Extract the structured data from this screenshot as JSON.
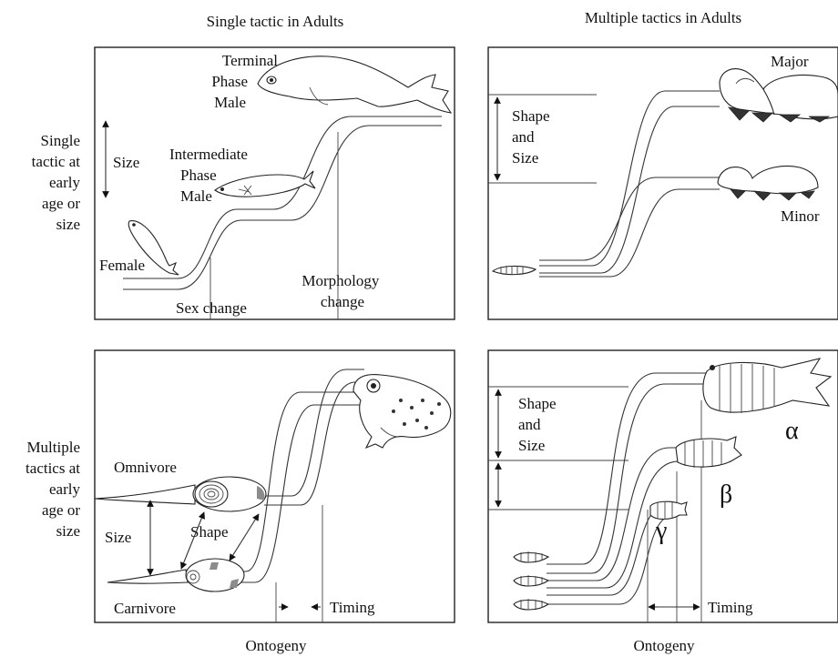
{
  "column_headers": {
    "left": "Single tactic in Adults",
    "right": "Multiple tactics in Adults"
  },
  "row_headers": {
    "top": [
      "Single",
      "tactic at",
      "early",
      "age or",
      "size"
    ],
    "bottom": [
      "Multiple",
      "tactics at",
      "early",
      "age or",
      "size"
    ]
  },
  "footer": {
    "left": "Ontogeny",
    "right": "Ontogeny"
  },
  "panel_a": {
    "terminal": [
      "Terminal",
      "Phase",
      "Male"
    ],
    "size": "Size",
    "intermediate": [
      "Intermediate",
      "Phase",
      "Male"
    ],
    "female": "Female",
    "sex_change": "Sex change",
    "morphology_change": [
      "Morphology",
      "change"
    ]
  },
  "panel_b": {
    "major": "Major",
    "shape_size": [
      "Shape",
      "and",
      "Size"
    ],
    "minor": "Minor"
  },
  "panel_c": {
    "omnivore": "Omnivore",
    "size": "Size",
    "shape": "Shape",
    "carnivore": "Carnivore",
    "timing": "Timing"
  },
  "panel_d": {
    "shape_size": [
      "Shape",
      "and",
      "Size"
    ],
    "alpha": "α",
    "beta": "β",
    "gamma": "γ",
    "timing": "Timing"
  },
  "icons": [
    "fish-icon",
    "beetle-icon",
    "larva-icon",
    "tadpole-icon",
    "toad-icon",
    "isopod-icon"
  ]
}
